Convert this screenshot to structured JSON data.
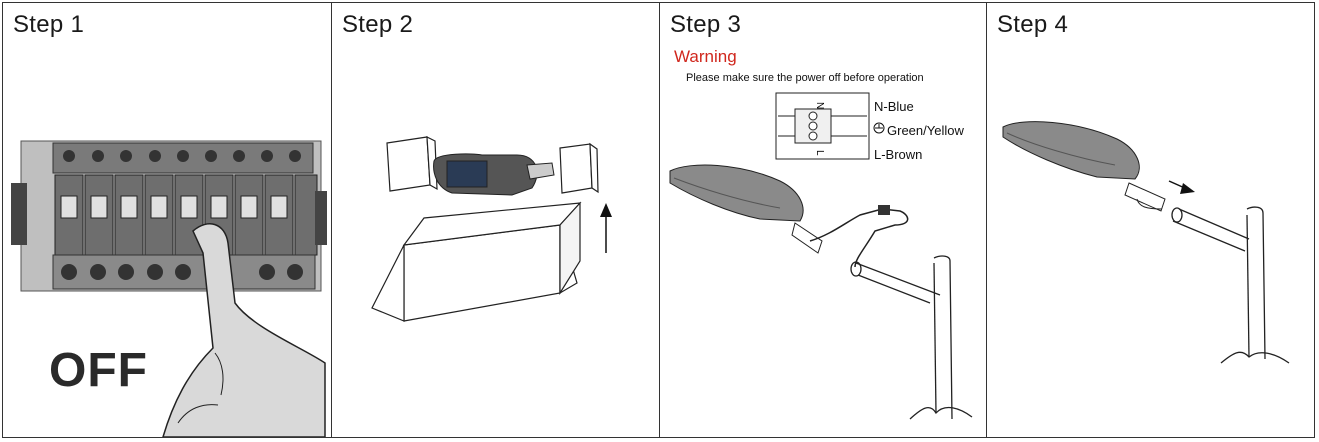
{
  "steps": [
    {
      "title": "Step 1",
      "status_text": "OFF"
    },
    {
      "title": "Step 2"
    },
    {
      "title": "Step 3",
      "warning": "Warning",
      "note": "Please make sure the power off before operation",
      "terminal_letters": {
        "top": "N",
        "bottom": "L"
      },
      "wire_labels": [
        "N-Blue",
        "Green/Yellow",
        "L-Brown"
      ]
    },
    {
      "title": "Step 4"
    }
  ],
  "colors": {
    "warning": "#d0271d",
    "breaker_body": "#6e6e6e",
    "finger": "#d9d9d9"
  },
  "icons": [
    "circuit-breaker-icon",
    "pointing-hand-icon",
    "lamp-package-icon",
    "cardboard-box-icon",
    "up-arrow-icon",
    "street-lamp-icon",
    "terminal-block-icon",
    "ground-symbol-icon",
    "pole-icon",
    "down-right-arrow-icon"
  ]
}
